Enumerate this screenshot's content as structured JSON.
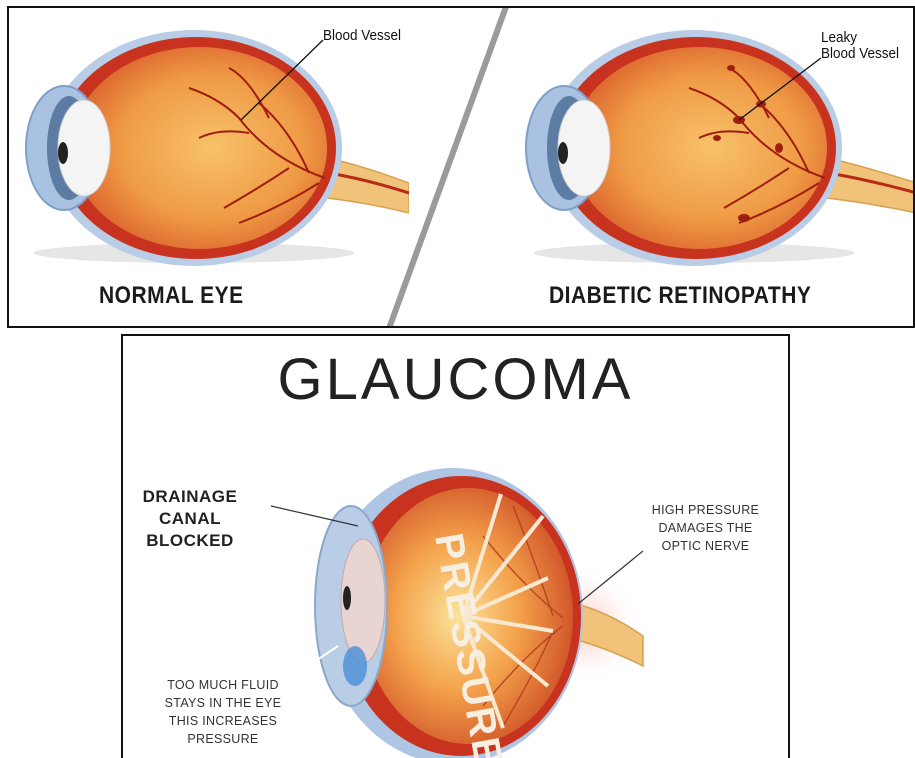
{
  "top_panel": {
    "left": {
      "caption": "NORMAL EYE",
      "callout": "Blood Vessel"
    },
    "right": {
      "caption": "DIABETIC RETINOPATHY",
      "callout_line1": "Leaky",
      "callout_line2": "Blood Vessel"
    }
  },
  "bottom_panel": {
    "title": "GLAUCOMA",
    "drainage_label": [
      "DRAINAGE",
      "CANAL",
      "BLOCKED"
    ],
    "pressure_word": "PRESSURE",
    "high_pressure_label": [
      "HIGH PRESSURE",
      "DAMAGES THE",
      "OPTIC NERVE"
    ],
    "fluid_label": [
      "TOO MUCH FLUID",
      "STAYS IN THE EYE",
      "THIS INCREASES",
      "PRESSURE"
    ]
  },
  "colors": {
    "eyeball_red": "#c8321e",
    "interior_orange": "#f3a24a",
    "vessel": "#a01e10",
    "sclera_blue": "#9fb8d6",
    "lens_white": "#f4f4f4",
    "nerve_yellow": "#f0c27a"
  }
}
